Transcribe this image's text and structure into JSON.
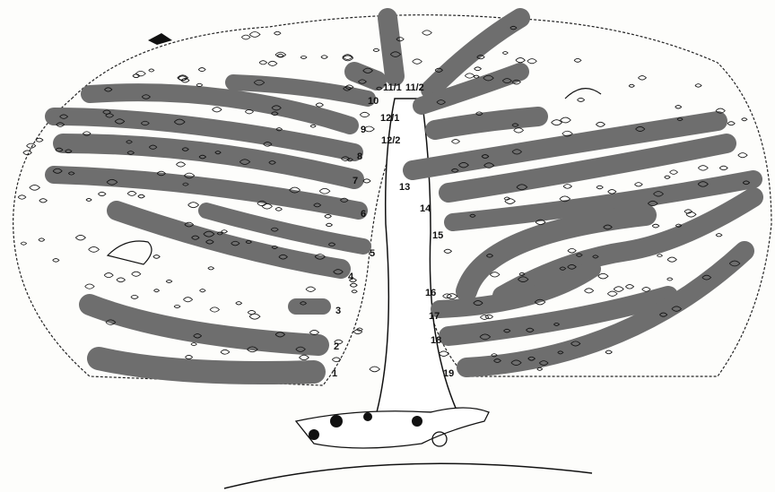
{
  "colors": {
    "band": "#6e6e6e",
    "ink": "#111111",
    "paper": "#fdfdfb"
  },
  "labels": [
    "1",
    "2",
    "3",
    "4",
    "5",
    "6",
    "7",
    "8",
    "9",
    "10",
    "11/1",
    "11/2",
    "12/1",
    "12/2",
    "13",
    "14",
    "15",
    "16",
    "17",
    "18",
    "19"
  ],
  "icons": [
    "bird-icon",
    "cow-icon",
    "leaf-icon"
  ]
}
